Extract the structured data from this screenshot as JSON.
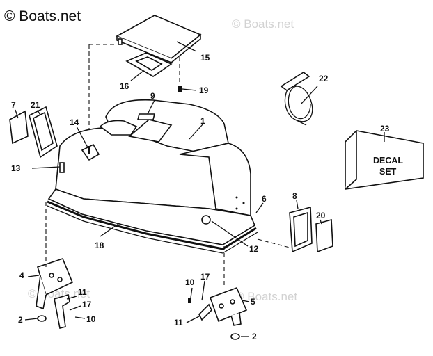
{
  "watermark": {
    "main": "© Boats.net",
    "faded": [
      "© Boats.net",
      "© Boats.net",
      "© Boats.net"
    ]
  },
  "decal_box": {
    "line1": "DECAL",
    "line2": "SET"
  },
  "callouts": [
    {
      "id": "c1",
      "text": "1"
    },
    {
      "id": "c2a",
      "text": "2"
    },
    {
      "id": "c2b",
      "text": "2"
    },
    {
      "id": "c4",
      "text": "4"
    },
    {
      "id": "c5",
      "text": "5"
    },
    {
      "id": "c6",
      "text": "6"
    },
    {
      "id": "c7",
      "text": "7"
    },
    {
      "id": "c8",
      "text": "8"
    },
    {
      "id": "c9",
      "text": "9"
    },
    {
      "id": "c10a",
      "text": "10"
    },
    {
      "id": "c10b",
      "text": "10"
    },
    {
      "id": "c11a",
      "text": "11"
    },
    {
      "id": "c11b",
      "text": "11"
    },
    {
      "id": "c12",
      "text": "12"
    },
    {
      "id": "c13",
      "text": "13"
    },
    {
      "id": "c14",
      "text": "14"
    },
    {
      "id": "c15",
      "text": "15"
    },
    {
      "id": "c16",
      "text": "16"
    },
    {
      "id": "c17a",
      "text": "17"
    },
    {
      "id": "c17b",
      "text": "17"
    },
    {
      "id": "c18",
      "text": "18"
    },
    {
      "id": "c19",
      "text": "19"
    },
    {
      "id": "c20",
      "text": "20"
    },
    {
      "id": "c21",
      "text": "21"
    },
    {
      "id": "c22",
      "text": "22"
    },
    {
      "id": "c23",
      "text": "23"
    }
  ]
}
